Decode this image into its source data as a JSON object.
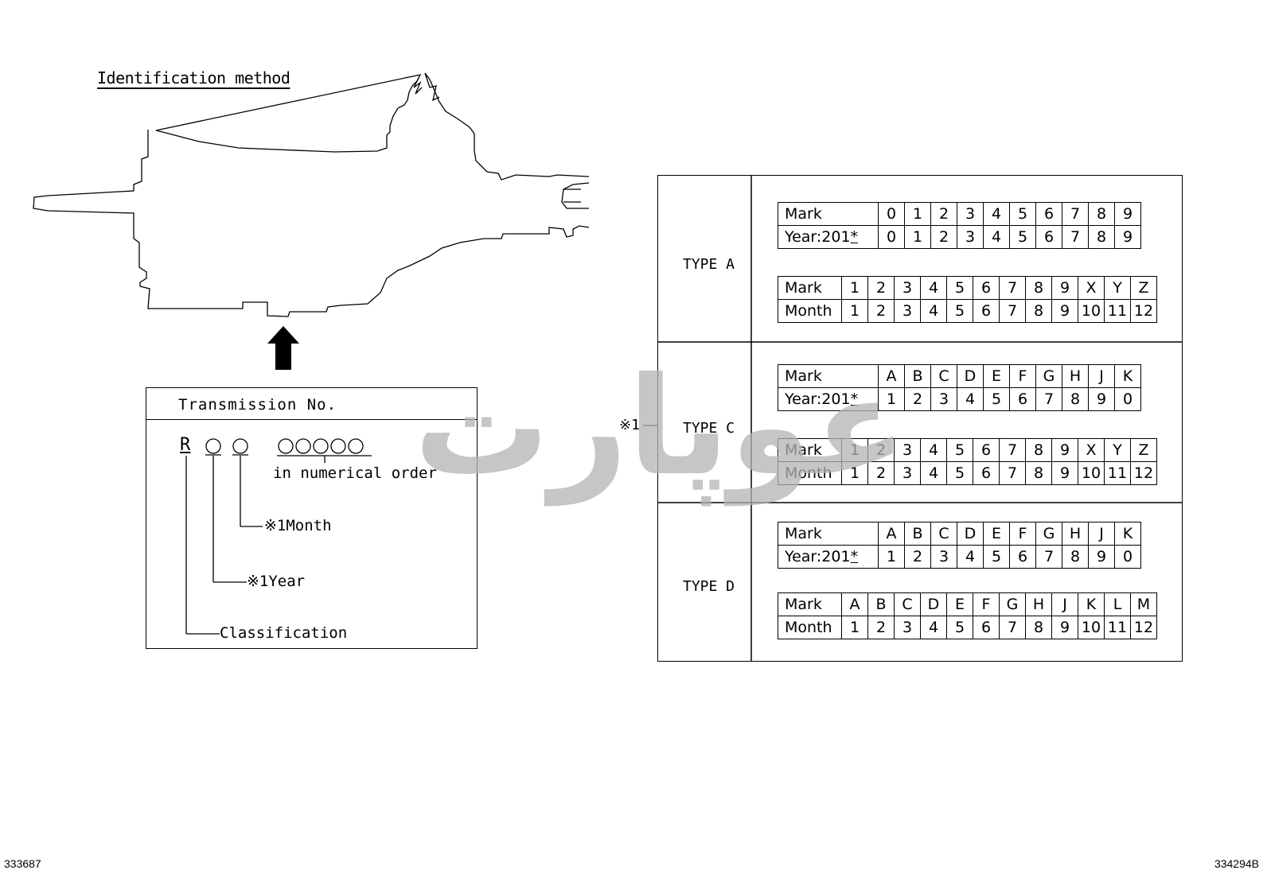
{
  "title": "Identification method",
  "transmission_box": {
    "header": "Transmission No.",
    "classification_char": "R",
    "numerical_order_label": "in numerical order",
    "month_label": "※1Month",
    "year_label": "※1Year",
    "classification_label": "Classification"
  },
  "note_ref": "※1",
  "types": [
    {
      "label": "TYPE A",
      "year_table": {
        "row1_label": "Mark",
        "row1": [
          "0",
          "1",
          "2",
          "3",
          "4",
          "5",
          "6",
          "7",
          "8",
          "9"
        ],
        "row2_label": "Year:201",
        "row2_star": "*",
        "row2": [
          "0",
          "1",
          "2",
          "3",
          "4",
          "5",
          "6",
          "7",
          "8",
          "9"
        ]
      },
      "month_table": {
        "row1_label": "Mark",
        "row1": [
          "1",
          "2",
          "3",
          "4",
          "5",
          "6",
          "7",
          "8",
          "9",
          "X",
          "Y",
          "Z"
        ],
        "row2_label": "Month",
        "row2": [
          "1",
          "2",
          "3",
          "4",
          "5",
          "6",
          "7",
          "8",
          "9",
          "10",
          "11",
          "12"
        ]
      }
    },
    {
      "label": "TYPE C",
      "year_table": {
        "row1_label": "Mark",
        "row1": [
          "A",
          "B",
          "C",
          "D",
          "E",
          "F",
          "G",
          "H",
          "J",
          "K"
        ],
        "row2_label": "Year:201",
        "row2_star": "*",
        "row2": [
          "1",
          "2",
          "3",
          "4",
          "5",
          "6",
          "7",
          "8",
          "9",
          "0"
        ]
      },
      "month_table": {
        "row1_label": "Mark",
        "row1": [
          "1",
          "2",
          "3",
          "4",
          "5",
          "6",
          "7",
          "8",
          "9",
          "X",
          "Y",
          "Z"
        ],
        "row2_label": "Month",
        "row2": [
          "1",
          "2",
          "3",
          "4",
          "5",
          "6",
          "7",
          "8",
          "9",
          "10",
          "11",
          "12"
        ]
      }
    },
    {
      "label": "TYPE D",
      "year_table": {
        "row1_label": "Mark",
        "row1": [
          "A",
          "B",
          "C",
          "D",
          "E",
          "F",
          "G",
          "H",
          "J",
          "K"
        ],
        "row2_label": "Year:201",
        "row2_star": "*",
        "row2": [
          "1",
          "2",
          "3",
          "4",
          "5",
          "6",
          "7",
          "8",
          "9",
          "0"
        ]
      },
      "month_table": {
        "row1_label": "Mark",
        "row1": [
          "A",
          "B",
          "C",
          "D",
          "E",
          "F",
          "G",
          "H",
          "J",
          "K",
          "L",
          "M"
        ],
        "row2_label": "Month",
        "row2": [
          "1",
          "2",
          "3",
          "4",
          "5",
          "6",
          "7",
          "8",
          "9",
          "10",
          "11",
          "12"
        ]
      }
    }
  ],
  "footer": {
    "left_code": "333687",
    "right_code": "334294B"
  },
  "watermark_text": "عوپارت",
  "colors": {
    "ink": "#000000",
    "watermark": "#b4b4b4",
    "background": "#ffffff"
  }
}
